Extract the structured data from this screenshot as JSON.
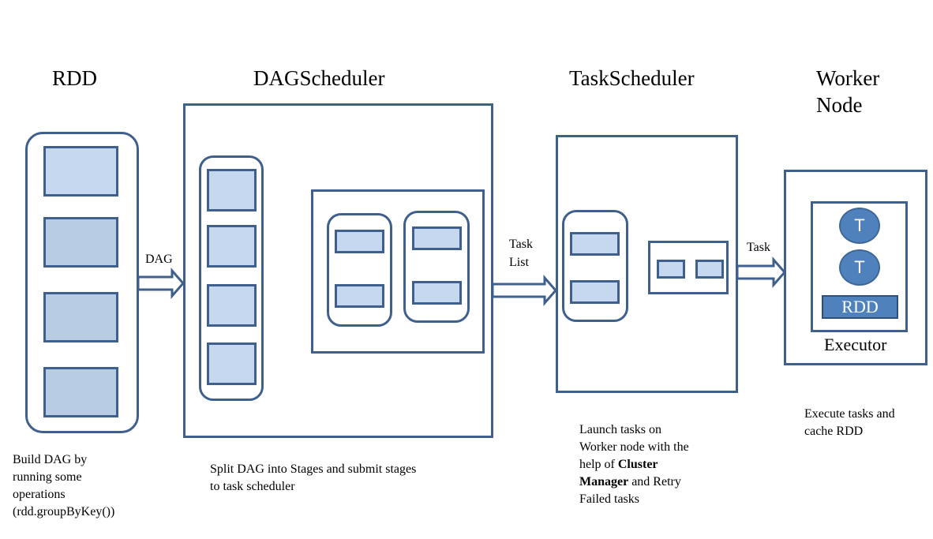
{
  "titles": {
    "rdd": "RDD",
    "dag_scheduler": "DAGScheduler",
    "task_scheduler": "TaskScheduler",
    "worker_node_line1": "Worker",
    "worker_node_line2": "Node"
  },
  "arrow_labels": {
    "dag": "DAG",
    "task_list_line1": "Task",
    "task_list_line2": "List",
    "task": "Task"
  },
  "executor": {
    "task_glyph_1": "T",
    "task_glyph_2": "T",
    "rdd_label": "RDD",
    "label": "Executor"
  },
  "descriptions": {
    "rdd": [
      "Build DAG by",
      "running  some",
      "operations",
      "(rdd.groupByKey())"
    ],
    "dag_scheduler": [
      "Split DAG into Stages and submit stages",
      "to task scheduler"
    ],
    "task_scheduler": {
      "line1": "Launch tasks on",
      "line2": "Worker node with the",
      "line3_pre": "help of ",
      "line3_bold": "Cluster",
      "line4_bold": "Manager",
      "line4_post": " and Retry",
      "line5": "Failed tasks"
    },
    "worker_node": [
      "Execute tasks and",
      "cache RDD"
    ]
  },
  "colors": {
    "border": "#3f5f8c",
    "fill_light": "#c5d8ef",
    "fill_dark": "#b8cce4",
    "executor_fill": "#4f81bd"
  }
}
